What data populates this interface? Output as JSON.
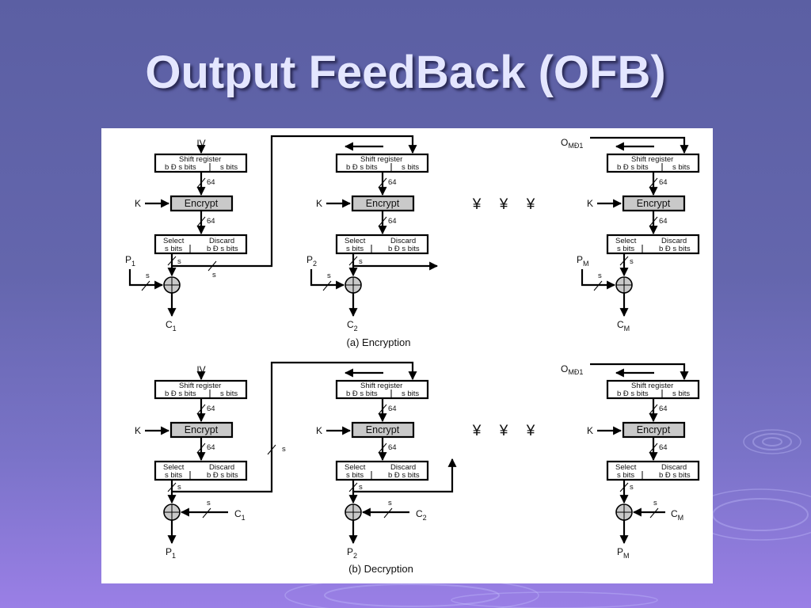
{
  "slide": {
    "title": "Output FeedBack (OFB)"
  },
  "figure": {
    "labels": {
      "iv": "IV",
      "o_prefix": "O",
      "o_sub": "MĐ1",
      "key": "K",
      "shift_register": "Shift register",
      "shift_left": "b Đ s bits",
      "shift_right": "s bits",
      "encrypt": "Encrypt",
      "select": "Select",
      "select_bits": "s bits",
      "discard": "Discard",
      "discard_bits": "b Đ s bits",
      "width_64": "64",
      "width_s": "s",
      "ellipsis_mark": "¥",
      "p": "P",
      "c": "C",
      "sub_1": "1",
      "sub_2": "2",
      "sub_m": "M"
    },
    "captions": {
      "encryption": "(a) Encryption",
      "decryption": "(b) Decryption"
    }
  }
}
